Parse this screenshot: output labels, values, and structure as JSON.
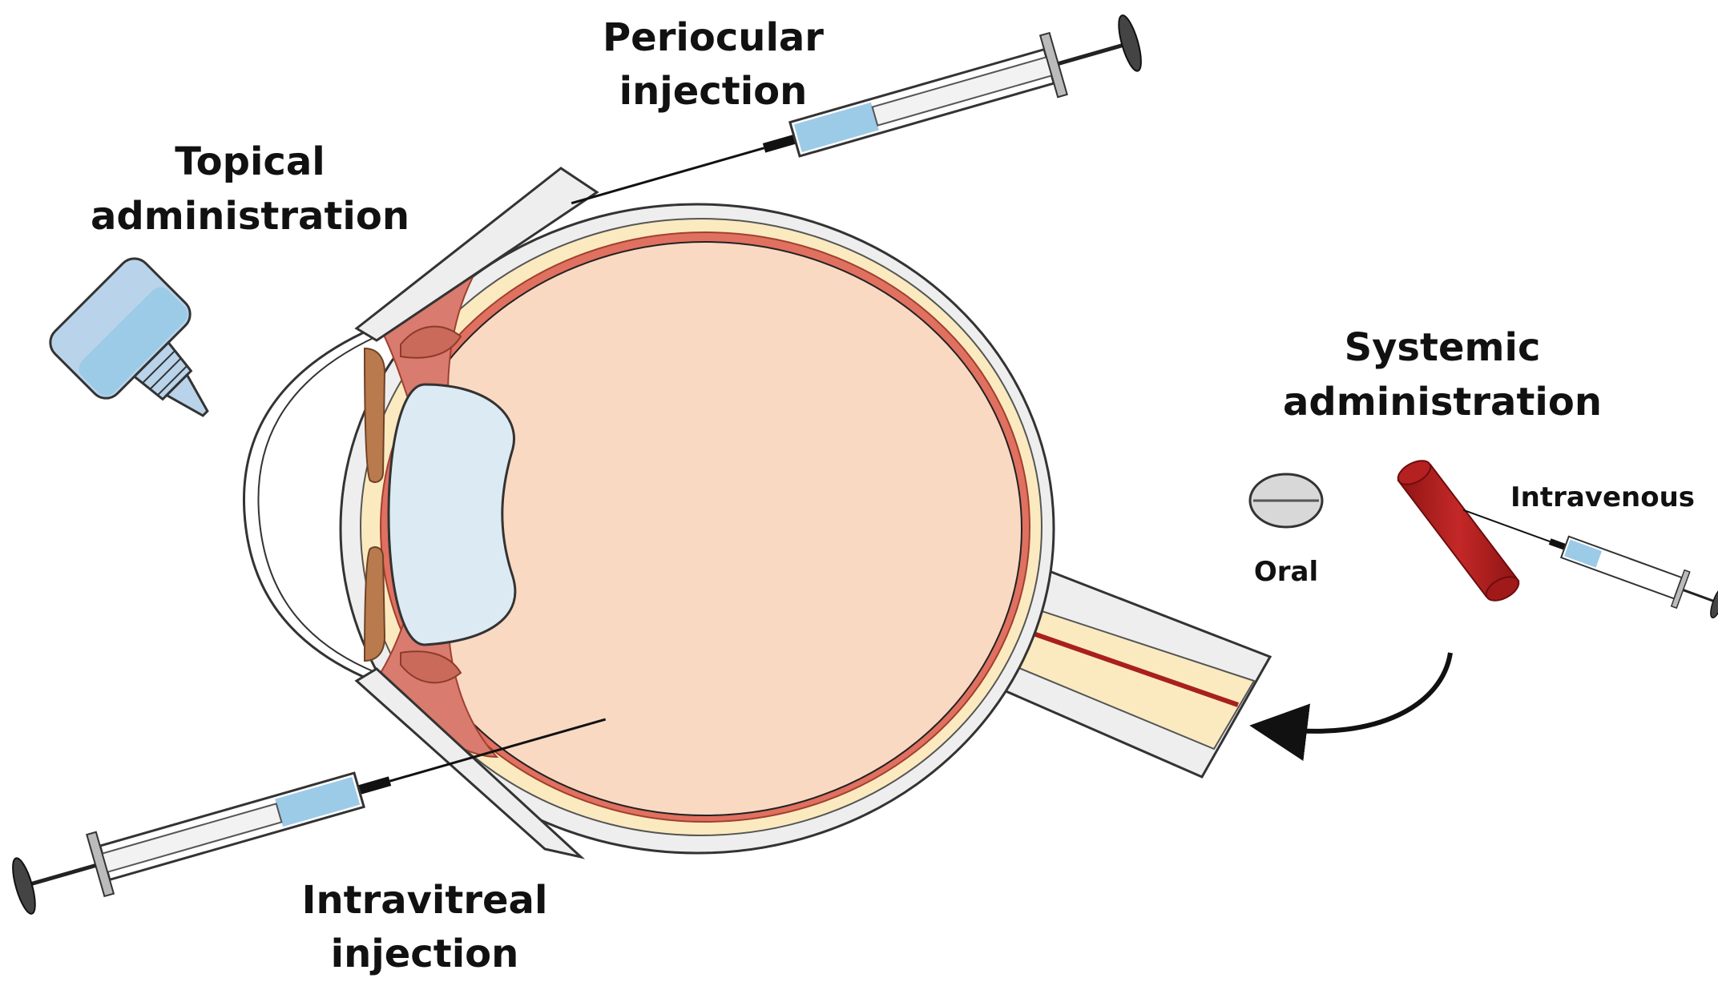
{
  "labels": {
    "periocular_line1": "Periocular",
    "periocular_line2": "injection",
    "topical_line1": "Topical",
    "topical_line2": "administration",
    "systemic_line1": "Systemic",
    "systemic_line2": "administration",
    "intravitreal_line1": "Intravitreal",
    "intravitreal_line2": "injection",
    "oral": "Oral",
    "intravenous": "Intravenous"
  },
  "colors": {
    "vitreous": "#fad9c3",
    "retina": "#e07060",
    "choroid": "#fbeac0",
    "sclera": "#eeeeee",
    "lens": "#dcebf3",
    "iris": "#b97a4e",
    "ciliary": "#d97b6e",
    "liquid": "#9ccbe8",
    "vein": "#b52020",
    "outline": "#333333"
  }
}
